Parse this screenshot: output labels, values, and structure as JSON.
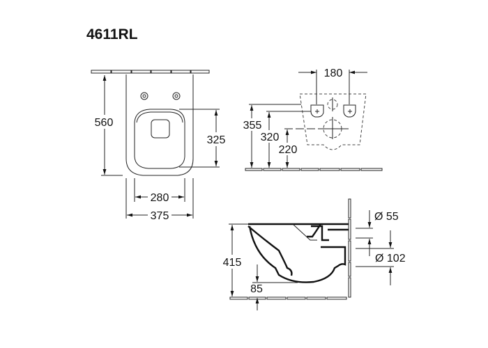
{
  "title": "4611RL",
  "top_view": {
    "height": "560",
    "seat_length": "325",
    "seat_width": "280",
    "width": "375"
  },
  "rear_view": {
    "fixing_distance": "180",
    "h1": "355",
    "h2": "320",
    "h3": "220"
  },
  "side_view": {
    "height": "415",
    "outlet_offset": "85",
    "inlet_diameter": "Ø 55",
    "outlet_diameter": "Ø 102"
  }
}
